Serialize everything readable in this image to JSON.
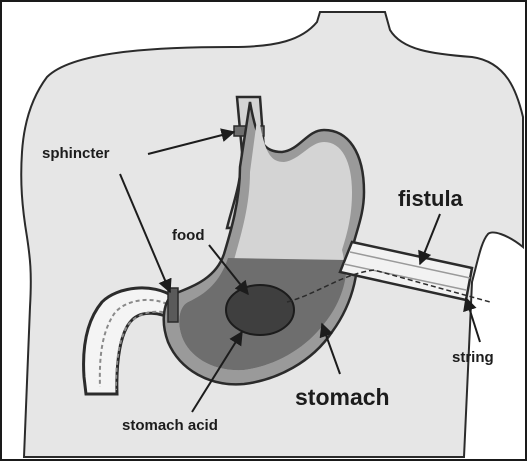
{
  "diagram": {
    "labels": {
      "sphincter": "sphincter",
      "food": "food",
      "fistula": "fistula",
      "string": "string",
      "stomach": "stomach",
      "stomach_acid": "stomach acid"
    },
    "colors": {
      "body": "#e6e6e6",
      "outline": "#2b2b2b",
      "stomach_wall": "#9a9a9a",
      "stomach_interior": "#d4d4d4",
      "acid": "#6e6e6e",
      "food": "#3f3f3f",
      "tube": "#f2f2f2",
      "label": "#1c1c1c"
    }
  }
}
